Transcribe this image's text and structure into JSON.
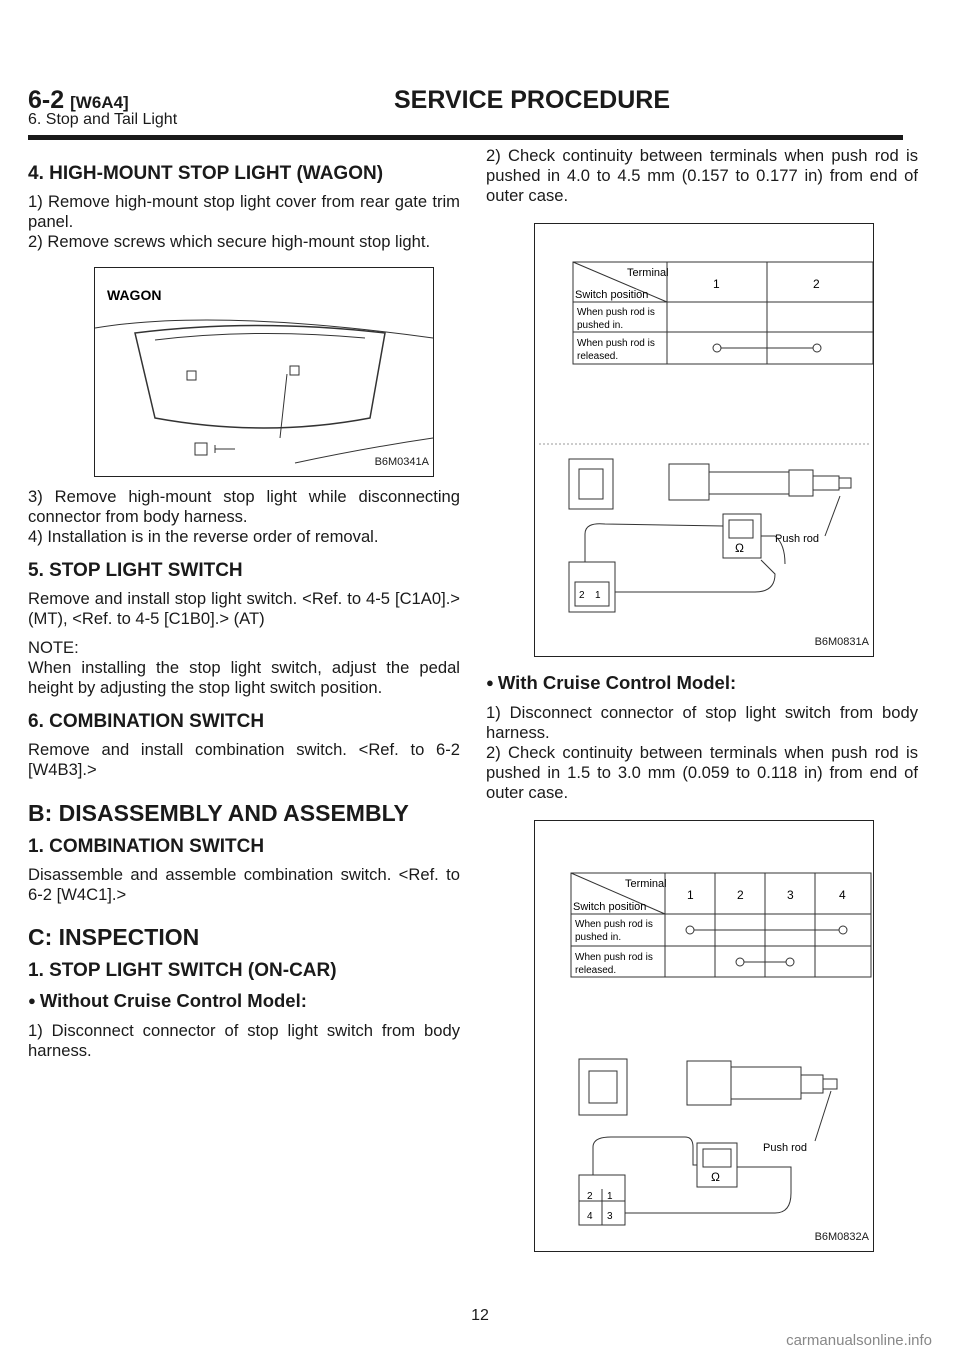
{
  "header": {
    "section_num": "6-2",
    "section_code": "[W6A4]",
    "title": "SERVICE PROCEDURE",
    "subtitle": "6. Stop and Tail Light"
  },
  "left": {
    "h4": "4. HIGH-MOUNT STOP LIGHT (WAGON)",
    "p4a": "1) Remove high-mount stop light cover from rear gate trim panel.",
    "p4b": "2) Remove screws which secure high-mount stop light.",
    "fig1_label": "B6M0341A",
    "fig1_text": "WAGON",
    "p4c": "3) Remove high-mount stop light while disconnecting connector from body harness.",
    "p4d": "4) Installation is in the reverse order of removal.",
    "h5": "5. STOP LIGHT SWITCH",
    "p5": "Remove and install stop light switch. <Ref. to 4-5 [C1A0].> (MT), <Ref. to 4-5 [C1B0].> (AT)",
    "note_label": "NOTE:",
    "note": "When installing the stop light switch, adjust the pedal height by adjusting the stop light switch position.",
    "h6": "6. COMBINATION SWITCH",
    "p6": "Remove and install combination switch. <Ref. to 6-2 [W4B3].>",
    "hB": "B: DISASSEMBLY AND ASSEMBLY",
    "hB1": "1. COMBINATION SWITCH",
    "pB1": "Disassemble and assemble combination switch. <Ref. to 6-2 [W4C1].>",
    "hC": "C: INSPECTION",
    "hC1": "1. STOP LIGHT SWITCH (ON-CAR)",
    "bullet1": "Without Cruise Control Model:",
    "pC1": "1) Disconnect connector of stop light switch from body harness."
  },
  "right": {
    "pC2": "2) Check continuity between terminals when push rod is pushed in 4.0 to 4.5 mm (0.157 to 0.177 in) from end of outer case.",
    "fig2_label": "B6M0831A",
    "bullet2": "With Cruise Control Model:",
    "pC3": "1) Disconnect connector of stop light switch from body harness.",
    "pC4": "2) Check continuity between terminals when push rod is pushed in 1.5 to 3.0 mm (0.059 to 0.118 in) from end of outer case.",
    "fig3_label": "B6M0832A"
  },
  "table_text": {
    "terminal": "Terminal",
    "switch_position": "Switch position",
    "row1a": "When push rod is",
    "row1b": "pushed in.",
    "row2a": "When push rod is",
    "row2b": "released.",
    "push_rod": "Push rod",
    "ohm": "Ω",
    "t1": "1",
    "t2": "2",
    "t3": "3",
    "t4": "4"
  },
  "footer": {
    "page": "12",
    "watermark": "carmanualsonline.info"
  }
}
